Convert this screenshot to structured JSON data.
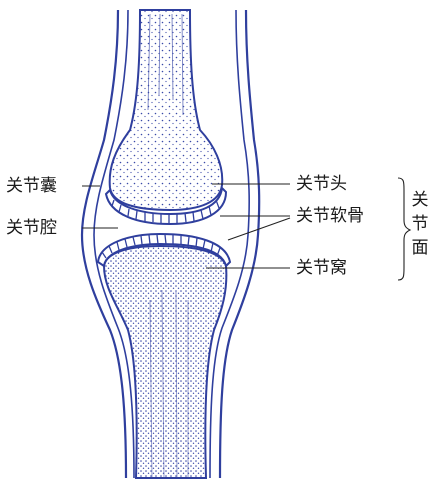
{
  "labels": {
    "capsule": "关节囊",
    "cavity": "关节腔",
    "head": "关节头",
    "cartilage": "关节软骨",
    "socket": "关节窝",
    "surface_1": "关",
    "surface_2": "节",
    "surface_3": "面"
  },
  "colors": {
    "bone_outline": "#2f3f9e",
    "stipple": "#3a4aa8",
    "leader": "#222222",
    "text": "#1a1a1a"
  }
}
